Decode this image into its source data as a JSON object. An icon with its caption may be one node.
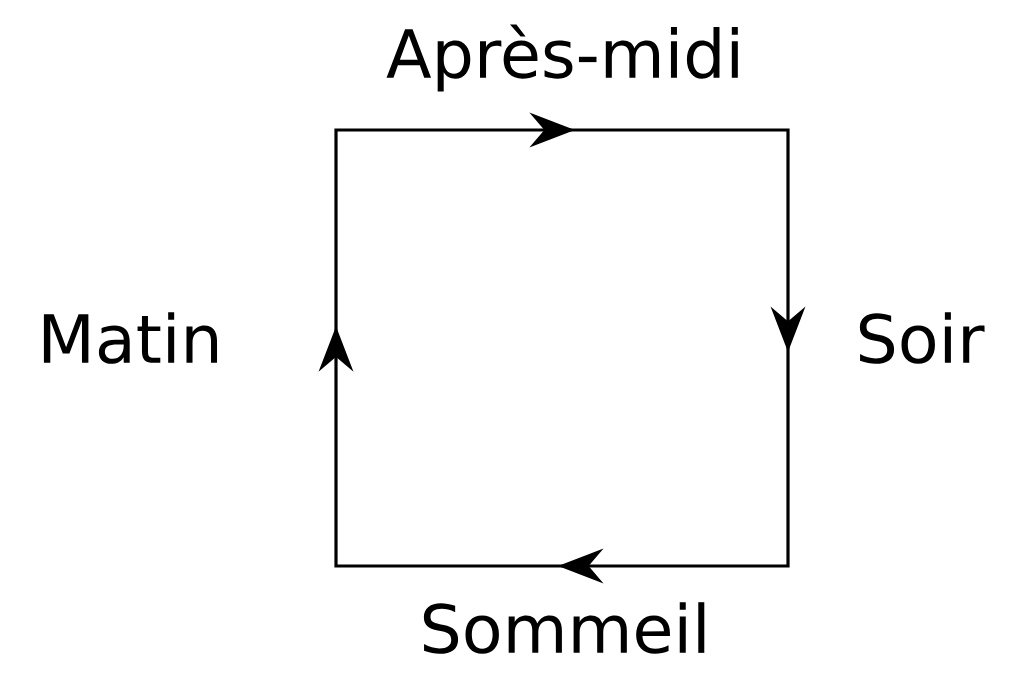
{
  "diagram": {
    "labels": [
      "Après-midi",
      "Matin",
      "Soir",
      "Sommeil"
    ]
  }
}
